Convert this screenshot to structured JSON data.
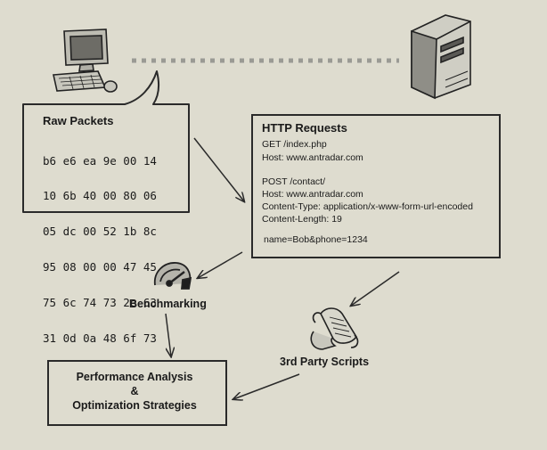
{
  "raw_packets": {
    "title": "Raw Packets",
    "lines": [
      "b6 e6 ea 9e 00 14",
      "10 6b 40 00 80 06",
      "05 dc 00 52 1b 8c",
      "95 08 00 00 47 45",
      "75 6c 74 73 2e 63",
      "31 0d 0a 48 6f 73"
    ]
  },
  "http_requests": {
    "title": "HTTP Requests",
    "get_line": "GET /index.php",
    "get_host": "Host: www.antradar.com",
    "post_line": "POST /contact/",
    "post_host": "Host: www.antradar.com",
    "content_type": "Content-Type: application/x-www-form-url-encoded",
    "content_length": "Content-Length: 19",
    "body": "name=Bob&phone=1234"
  },
  "benchmarking": {
    "label": "Benchmarking"
  },
  "third_party": {
    "label": "3rd Party Scripts"
  },
  "analysis": {
    "line1": "Performance Analysis",
    "line2": "&",
    "line3": "Optimization Strategies"
  },
  "icons": {
    "computer": "desktop-computer-icon",
    "server": "server-tower-icon",
    "gauge": "speedometer-gauge-icon",
    "scroll": "paper-scroll-icon"
  },
  "colors": {
    "background": "#dedccf",
    "ink": "#2a2a2a",
    "dotted_link": "#9a9a94"
  }
}
